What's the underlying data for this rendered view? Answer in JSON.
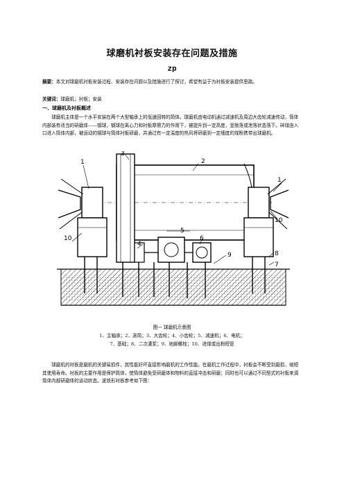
{
  "title": "球磨机衬板安装存在问题及措施",
  "author": "zp",
  "abstract": {
    "label": "摘要：",
    "text": "本文对球磨机衬板安装过程、安装存在问题以及措施进行了探讨，希望有益于为衬板安装提供思路。"
  },
  "keywords": {
    "label": "关键词：",
    "text": "球磨机；衬板；安装"
  },
  "section1": {
    "heading": "一、球磨机及衬板概述",
    "paragraph": "球磨机主体是一个水平安装在两个大型轴承上的低速回转的筒体。球磨机由电动机通过减速机及周边大齿轮减速传动，筒体内部装有适当的研磨体——钢球，钢球在离心力和衬板摩擦力的作用下，被提升到一定高度，呈抛落或泄落状态落下。碎煤由入口进入筒体内部，被运动的钢球与筒体衬板研磨，并通过有一定温度的热风将研磨到一定细度的煤粉携带出球磨机。"
  },
  "figure": {
    "caption": "图一  球磨机示意图",
    "legend_line1": "1、主轴承；2、滚筒；3、大齿轮；4、小齿轮；5、减速机；6、电机；",
    "legend_line2": "7、基础；8、二次灌浆；9、地脚螺栓；10、进煤或出粉短管",
    "labels": [
      "1",
      "2",
      "3",
      "4",
      "5",
      "6",
      "7",
      "8",
      "9",
      "10",
      "1",
      "10"
    ]
  },
  "paragraph2": "球磨机的衬板是磨机的关键易损件，其性能好坏直接影响磨机的工作性能。在磨机工作过程中，衬板会不断受到磨损，缩短其使用寿命。衬板的主要作用是保护筒体，使筒体避免受研磨体和物料的直接冲击和研磨；同时也可以通过不同型式的衬板来调筒体内部研磨体的运动状态。波浪形衬板参考如下图："
}
